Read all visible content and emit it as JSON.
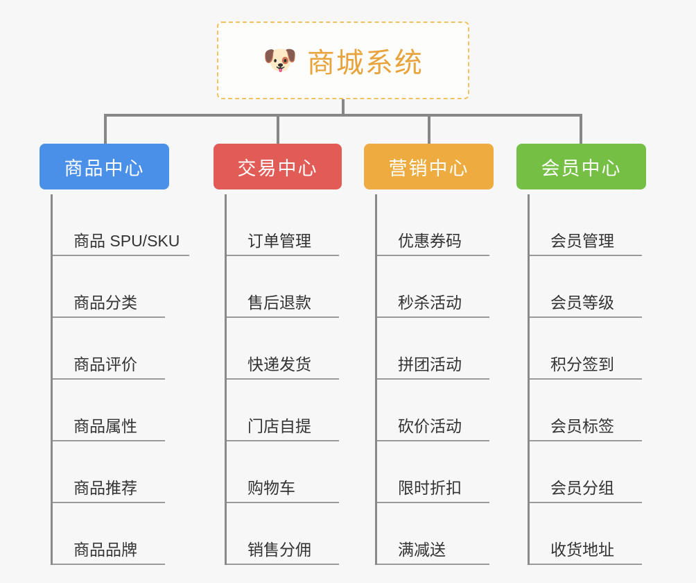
{
  "background_color": "#f7f7f7",
  "root": {
    "icon": "shiba-dog-face-icon",
    "emoji": "🐶",
    "title": "商城系统",
    "border_color": "#f2c260",
    "text_color": "#e8a33d"
  },
  "connector_color": "#878787",
  "branches": [
    {
      "id": "product-center",
      "label": "商品中心",
      "color": "#4a90e8",
      "items": [
        "商品 SPU/SKU",
        "商品分类",
        "商品评价",
        "商品属性",
        "商品推荐",
        "商品品牌"
      ]
    },
    {
      "id": "trade-center",
      "label": "交易中心",
      "color": "#e25c57",
      "items": [
        "订单管理",
        "售后退款",
        "快递发货",
        "门店自提",
        "购物车",
        "销售分佣"
      ]
    },
    {
      "id": "marketing-center",
      "label": "营销中心",
      "color": "#eeac40",
      "items": [
        "优惠券码",
        "秒杀活动",
        "拼团活动",
        "砍价活动",
        "限时折扣",
        "满减送"
      ]
    },
    {
      "id": "member-center",
      "label": "会员中心",
      "color": "#76bf45",
      "items": [
        "会员管理",
        "会员等级",
        "积分签到",
        "会员标签",
        "会员分组",
        "收货地址"
      ]
    }
  ]
}
